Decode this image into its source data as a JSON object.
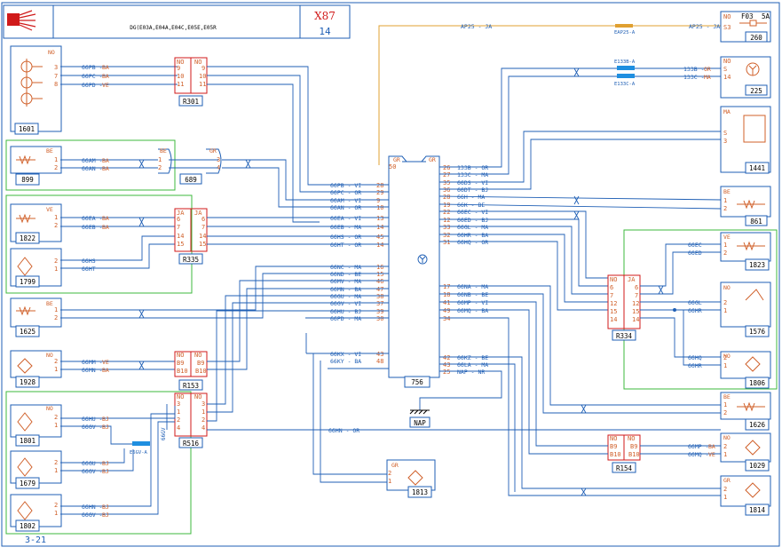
{
  "title_block": {
    "vehicle_codes": "DG(E03A,E04A,E04C,E05E,E05R",
    "sheet_code": "X87",
    "sheet_number": "14",
    "page_ref": "3-21"
  },
  "components": {
    "c1601": "1601",
    "c899": "899",
    "c689": "689",
    "c1822": "1822",
    "c1799": "1799",
    "c1625": "1625",
    "c1928": "1928",
    "c1801": "1801",
    "c1679": "1679",
    "c1802": "1802",
    "c1813": "1813",
    "c756": "756",
    "cNAP": "NAP",
    "c260": "260",
    "c225": "225",
    "c1441": "1441",
    "c861": "861",
    "c1823": "1823",
    "c1576": "1576",
    "c1806": "1806",
    "c1626": "1626",
    "c1029": "1029",
    "c1814": "1814",
    "R301": "R301",
    "R335": "R335",
    "R153": "R153",
    "R516": "R516",
    "R334": "R334",
    "R154": "R154"
  },
  "fuse": {
    "id": "F03",
    "rating": "5A"
  },
  "top_wire": {
    "left": "AP25 - JA",
    "right": "AP25 - JA",
    "inline": "EAP25-A",
    "pin": "S3"
  },
  "splices": {
    "e133b": "E133B-A",
    "e133c": "E133C-A",
    "e6gv": "E6GV-A"
  },
  "ecu_left_pins": [
    {
      "wire": "66PB - VI",
      "pin": "28"
    },
    {
      "wire": "66PC - OR",
      "pin": "29"
    },
    {
      "wire": "66AM - VI",
      "pin": "9"
    },
    {
      "wire": "66AN - OR",
      "pin": "10"
    },
    {
      "wire": "66EA - VI",
      "pin": "13"
    },
    {
      "wire": "66EB - MA",
      "pin": "14"
    },
    {
      "wire": "66HS - OR",
      "pin": "45"
    },
    {
      "wire": "66HT - OR",
      "pin": "14"
    },
    {
      "wire": "66NC - MA",
      "pin": "16"
    },
    {
      "wire": "66ND - BE",
      "pin": "15"
    },
    {
      "wire": "66MV - MA",
      "pin": "46"
    },
    {
      "wire": "66MN - BA",
      "pin": "47"
    },
    {
      "wire": "66GU - MA",
      "pin": "38"
    },
    {
      "wire": "66GV - VI",
      "pin": "37"
    },
    {
      "wire": "66HU - BJ",
      "pin": "39"
    },
    {
      "wire": "66PD - MA",
      "pin": "30"
    },
    {
      "wire": "66KX - VI",
      "pin": "43"
    },
    {
      "wire": "66KY - BA",
      "pin": "48"
    }
  ],
  "ecu_right_pins": [
    {
      "pin": "26",
      "wire": "133B - OR"
    },
    {
      "pin": "27",
      "wire": "133C - MA"
    },
    {
      "pin": "35",
      "wire": "66DS - VI"
    },
    {
      "pin": "36",
      "wire": "66DT - BJ"
    },
    {
      "pin": "28",
      "wire": "66H - MA"
    },
    {
      "pin": "19",
      "wire": "66K - BE"
    },
    {
      "pin": "22",
      "wire": "66EC - VI"
    },
    {
      "pin": "12",
      "wire": "66ED - BJ"
    },
    {
      "pin": "33",
      "wire": "66GL - MA"
    },
    {
      "pin": "32",
      "wire": "66HR - BA"
    },
    {
      "pin": "31",
      "wire": "66HQ - OR"
    },
    {
      "pin": "17",
      "wire": "66NA - MA"
    },
    {
      "pin": "18",
      "wire": "66NB - BE"
    },
    {
      "pin": "41",
      "wire": "66MP - VI"
    },
    {
      "pin": "49",
      "wire": "66MQ - BA"
    },
    {
      "pin": "34",
      "wire": ""
    },
    {
      "pin": "42",
      "wire": "66KZ - BE"
    },
    {
      "pin": "43",
      "wire": "66LA - MA"
    },
    {
      "pin": "25",
      "wire": "NAP - NR"
    }
  ],
  "ecu_headers": {
    "left": "GR",
    "left_pin": "50",
    "right": "GR"
  },
  "misc": {
    "r516_wire": "66HN - OR",
    "e6gv_wire": "66GV",
    "nap_label": "NAP"
  }
}
